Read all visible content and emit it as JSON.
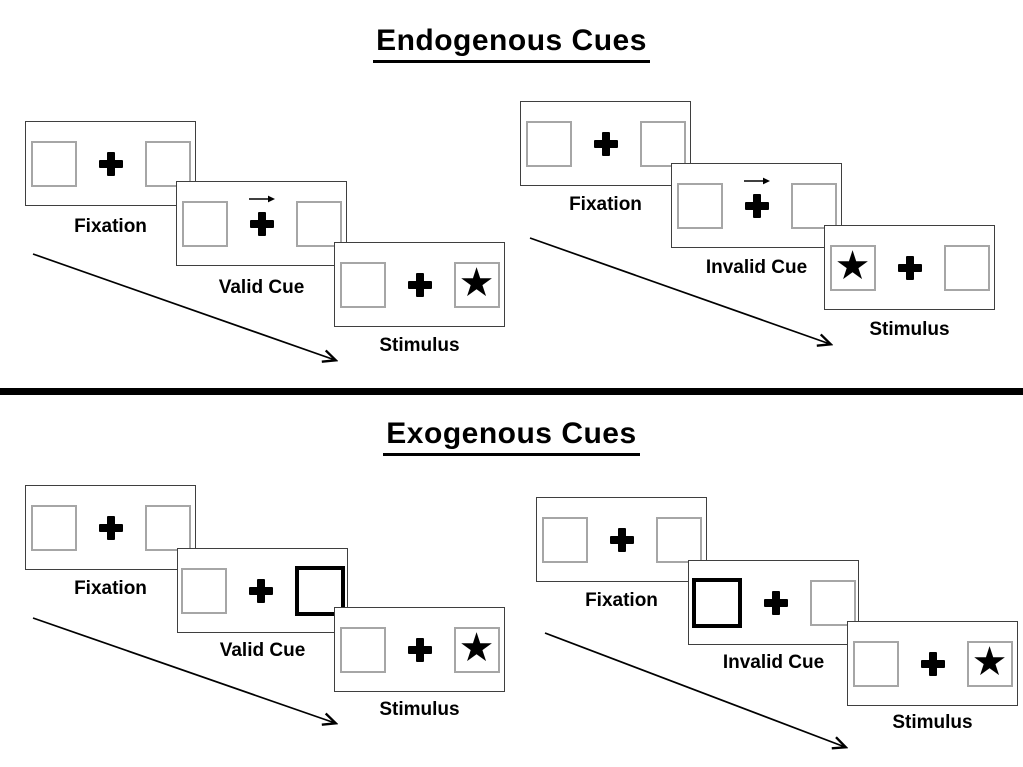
{
  "glyphs": {
    "star": "★"
  },
  "colors": {
    "ink": "#000000",
    "card_border": "#3f3f3f",
    "box_border": "#a6a6a6",
    "background": "#ffffff"
  },
  "icons": {
    "cue_arrow": "right-arrow-icon",
    "sequence_arrow": "diagonal-timeline-arrow-icon",
    "fixation_cross": "plus-cross-icon",
    "stimulus": "star-icon"
  },
  "sections": [
    {
      "title": "Endogenous Cues",
      "sequences": [
        {
          "type": "valid",
          "cards": [
            {
              "label": "Fixation",
              "left_box": "plain",
              "center": "cross",
              "right_box": "plain"
            },
            {
              "label": "Valid Cue",
              "left_box": "plain",
              "center": "cross-with-right-arrow",
              "right_box": "plain"
            },
            {
              "label": "Stimulus",
              "left_box": "plain",
              "center": "cross",
              "right_box": "star"
            }
          ]
        },
        {
          "type": "invalid",
          "cards": [
            {
              "label": "Fixation",
              "left_box": "plain",
              "center": "cross",
              "right_box": "plain"
            },
            {
              "label": "Invalid Cue",
              "left_box": "plain",
              "center": "cross-with-right-arrow",
              "right_box": "plain"
            },
            {
              "label": "Stimulus",
              "left_box": "star",
              "center": "cross",
              "right_box": "plain"
            }
          ]
        }
      ]
    },
    {
      "title": "Exogenous Cues",
      "sequences": [
        {
          "type": "valid",
          "cards": [
            {
              "label": "Fixation",
              "left_box": "plain",
              "center": "cross",
              "right_box": "plain"
            },
            {
              "label": "Valid Cue",
              "left_box": "plain",
              "center": "cross",
              "right_box": "highlighted"
            },
            {
              "label": "Stimulus",
              "left_box": "plain",
              "center": "cross",
              "right_box": "star"
            }
          ]
        },
        {
          "type": "invalid",
          "cards": [
            {
              "label": "Fixation",
              "left_box": "plain",
              "center": "cross",
              "right_box": "plain"
            },
            {
              "label": "Invalid Cue",
              "left_box": "highlighted",
              "center": "cross",
              "right_box": "plain"
            },
            {
              "label": "Stimulus",
              "left_box": "plain",
              "center": "cross",
              "right_box": "star"
            }
          ]
        }
      ]
    }
  ]
}
